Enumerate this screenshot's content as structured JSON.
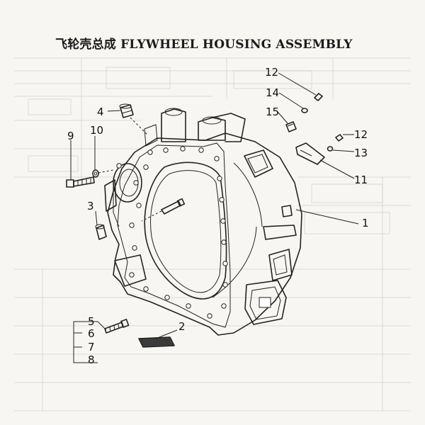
{
  "title": {
    "cn": "飞轮壳总成",
    "en": "FLYWHEEL HOUSING ASSEMBLY"
  },
  "callouts": {
    "c1": "1",
    "c2": "2",
    "c3": "3",
    "c4": "4",
    "c5": "5",
    "c6": "6",
    "c7": "7",
    "c8": "8",
    "c9": "9",
    "c10": "10",
    "c11": "11",
    "c12a": "12",
    "c12b": "12",
    "c13": "13",
    "c14": "14",
    "c15": "15"
  }
}
